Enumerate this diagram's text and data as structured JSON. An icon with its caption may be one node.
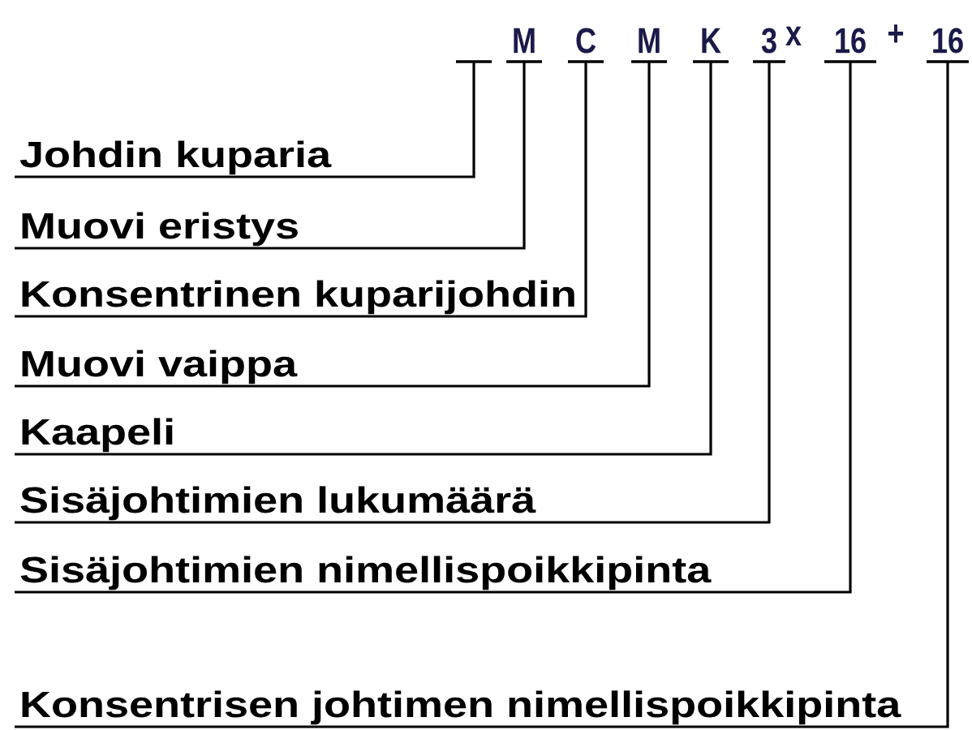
{
  "diagram": {
    "nodes": [
      {
        "text": [],
        "shape": "bar"
      },
      {
        "text": [
          "M"
        ]
      },
      {
        "text": [
          "C"
        ]
      },
      {
        "text": [
          "M"
        ]
      },
      {
        "text": [
          "K"
        ]
      },
      {
        "text": [
          "3"
        ]
      },
      {
        "text": [
          "16"
        ]
      },
      {
        "text": [
          "16"
        ]
      },
      {
        "text": [
          "Johdin kuparia"
        ]
      },
      {
        "text": [
          "Muovi eristys"
        ]
      },
      {
        "text": [
          "Konsentrinen kuparijohdin"
        ]
      },
      {
        "text": [
          "Muovi vaippa"
        ]
      },
      {
        "text": [
          "Kaapeli"
        ]
      },
      {
        "text": [
          "Sisäjohtimien lukumäärä"
        ]
      },
      {
        "text": [
          "Sisäjohtimien nimellispoikkipinta"
        ]
      },
      {
        "text": [
          "Konsentrisen johtimen nimellispoikkipinta"
        ]
      }
    ],
    "edges": [
      {
        "from": 8,
        "to": 0,
        "arrow": "none"
      },
      {
        "from": 9,
        "to": 1,
        "arrow": "none"
      },
      {
        "from": 10,
        "to": 2,
        "arrow": "none"
      },
      {
        "from": 11,
        "to": 3,
        "arrow": "none"
      },
      {
        "from": 12,
        "to": 4,
        "arrow": "none"
      },
      {
        "from": 13,
        "to": 5,
        "arrow": "none"
      },
      {
        "from": 14,
        "to": 6,
        "arrow": "none"
      },
      {
        "from": 15,
        "to": 7,
        "arrow": "none"
      }
    ],
    "labels": [
      "x",
      "+"
    ]
  }
}
